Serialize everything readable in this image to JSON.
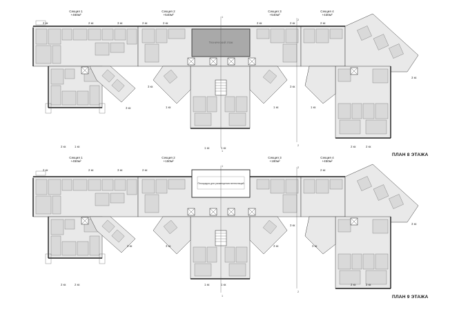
{
  "plans": [
    {
      "title": "ПЛАН 8 ЭТАЖА",
      "sections": [
        {
          "name": "Секция 1",
          "area": "+460м²"
        },
        {
          "name": "Секция 2",
          "area": "+540м²"
        },
        {
          "name": "Секция 3",
          "area": "+540м²"
        },
        {
          "name": "Секция 4",
          "area": "+430м²"
        }
      ],
      "tech_label": "Технический этаж",
      "axis_labels": [
        "1",
        "1",
        "2",
        "2"
      ],
      "unit_labels": [
        "2 кк",
        "2 кк",
        "3 кк",
        "2 кк",
        "2 кк",
        "3 кк",
        "3 кк",
        "1 кк",
        "1 кк",
        "1 кк",
        "1 кк",
        "3 кк",
        "3 кк",
        "2 кк",
        "1 кк",
        "1 кк",
        "2 кк",
        "2 кк",
        "2 кк",
        "2 кк",
        "2 кк"
      ]
    },
    {
      "title": "ПЛАН 9 ЭТАЖА",
      "sections": [
        {
          "name": "Секция 1",
          "area": "+450м²"
        },
        {
          "name": "Секция 2",
          "area": "+150м²"
        },
        {
          "name": "Секция 3",
          "area": "+180м²"
        },
        {
          "name": "Секция 4",
          "area": "+450м²"
        }
      ],
      "platform_label": "Площадка для размещения вентиляций",
      "axis_labels": [
        "1",
        "1",
        "2",
        "2"
      ],
      "unit_labels": [
        "2 кк",
        "2 кк",
        "3 кк",
        "2 кк",
        "2 кк",
        "3 кк",
        "3 кк",
        "3 кк",
        "3 кк",
        "3 кк",
        "3 кк",
        "2 кк",
        "2 кк",
        "1 кк",
        "1 кк",
        "2 кк",
        "2 кк"
      ]
    }
  ]
}
